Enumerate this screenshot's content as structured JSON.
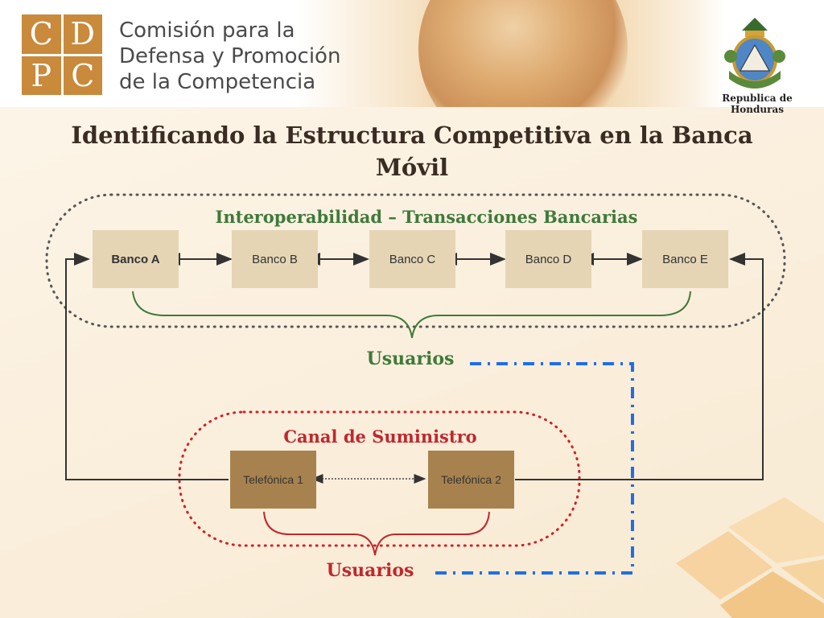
{
  "header": {
    "logo_letters": [
      "C",
      "D",
      "P",
      "C"
    ],
    "org_name_lines": [
      "Comisión para la",
      "Defensa y Promoción",
      "de la Competencia"
    ],
    "country": "Republica de Honduras"
  },
  "title": "Identificando la Estructura Competitiva en la Banca Móvil",
  "interop": {
    "label": "Interoperabilidad – Transacciones Bancarias",
    "banks": [
      "Banco A",
      "Banco B",
      "Banco C",
      "Banco D",
      "Banco E"
    ],
    "users_label": "Usuarios"
  },
  "supply": {
    "label": "Canal de Suministro",
    "telcos": [
      "Telefónica 1",
      "Telefónica 2"
    ],
    "users_label": "Usuarios"
  },
  "colors": {
    "green": "#3f7a3a",
    "red": "#c1272d",
    "blue": "#1f6ee8",
    "bank_box": "#e5d5b5",
    "telco_box": "#a8824e"
  }
}
